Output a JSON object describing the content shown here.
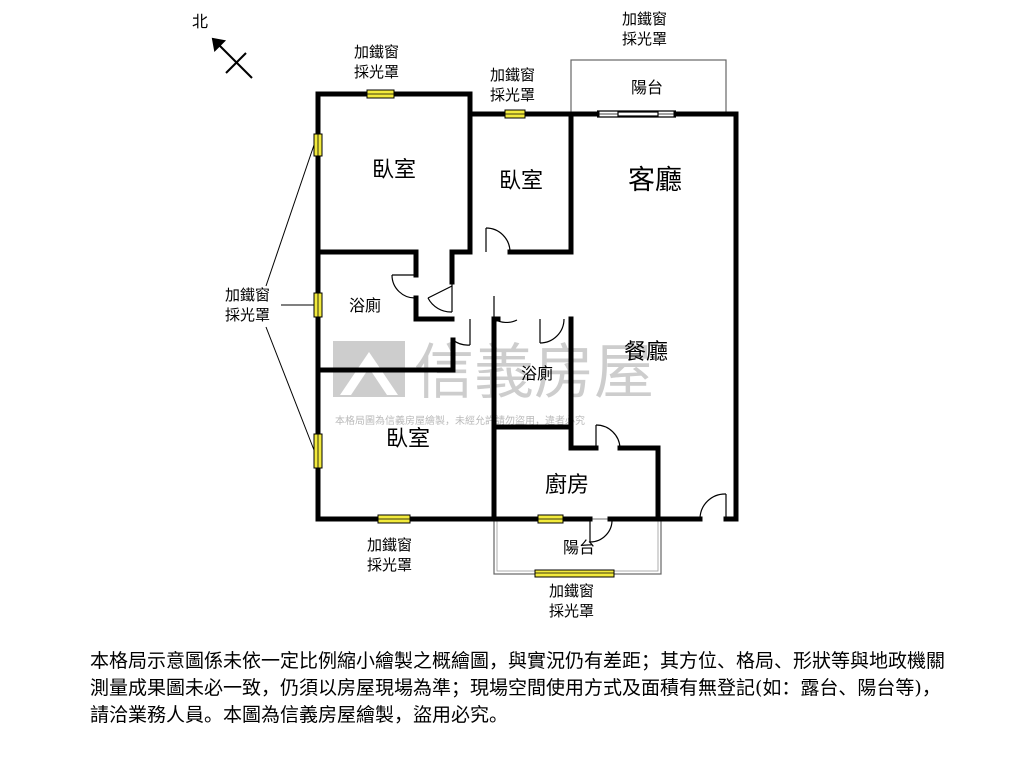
{
  "compass": {
    "north_label": "北",
    "icon": "north-arrow-icon"
  },
  "rooms": {
    "bedroom_top_left": "臥室",
    "bedroom_top_mid": "臥室",
    "living_room": "客廳",
    "bathroom_left": "浴廁",
    "dining_room": "餐廳",
    "bathroom_mid": "浴廁",
    "bedroom_bottom": "臥室",
    "kitchen": "廚房",
    "balcony_top": "陽台",
    "balcony_bottom": "陽台"
  },
  "window_labels": {
    "top_left": [
      "加鐵窗",
      "採光罩"
    ],
    "top_mid": [
      "加鐵窗",
      "採光罩"
    ],
    "top_right": [
      "加鐵窗",
      "採光罩"
    ],
    "left": [
      "加鐵窗",
      "採光罩"
    ],
    "bottom_left": [
      "加鐵窗",
      "採光罩"
    ],
    "bottom_right": [
      "加鐵窗",
      "採光罩"
    ]
  },
  "watermark": {
    "brand": "信義房屋",
    "notice": "本格局圖為信義房屋繪製，未經允許請勿盜用，違者必究"
  },
  "colors": {
    "wall": "#000000",
    "window": "#f2ea3c",
    "watermark": "#b3b3b3"
  },
  "disclaimer": "本格局示意圖係未依一定比例縮小繪製之概繪圖，與實況仍有差距；其方位、格局、形狀等與地政機關測量成果圖未必一致，仍須以房屋現場為準；現場空間使用方式及面積有無登記(如：露台、陽台等)，請洽業務人員。本圖為信義房屋繪製，盜用必究。"
}
